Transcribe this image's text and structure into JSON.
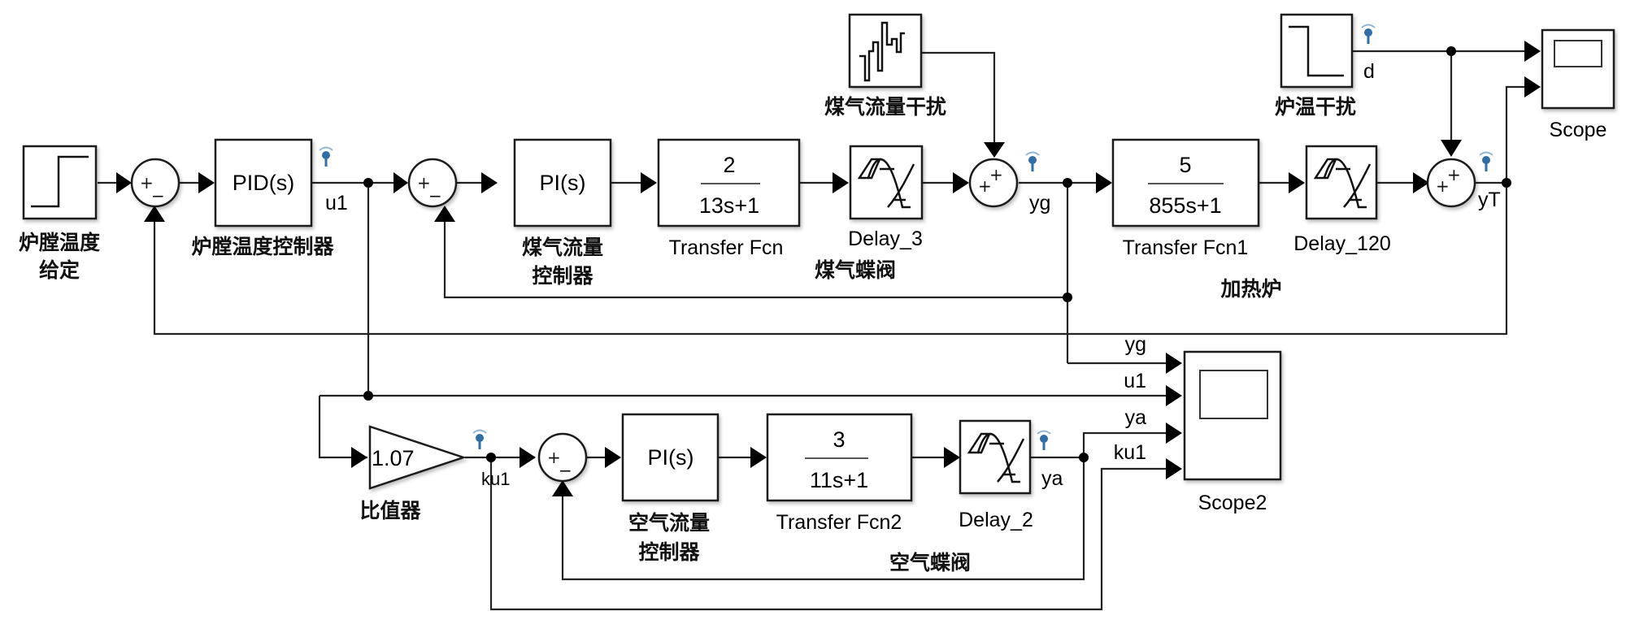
{
  "diagram": {
    "type": "simulink-block-diagram",
    "title": "Furnace temperature cascade ratio control",
    "blocks": {
      "setpoint": {
        "label_line1": "炉膛温度",
        "label_line2": "给定",
        "kind": "step",
        "icon": "step-up-icon"
      },
      "sum1": {
        "signs": [
          "+",
          "−"
        ]
      },
      "pid": {
        "text": "PID(s)",
        "label": "炉膛温度控制器"
      },
      "sum2": {
        "signs": [
          "+",
          "−"
        ]
      },
      "pi_gas": {
        "text": "PI(s)",
        "label_line1": "煤气流量",
        "label_line2": "控制器"
      },
      "tf_gas": {
        "numerator": "2",
        "denominator": "13s+1",
        "label": "Transfer Fcn"
      },
      "delay_gas": {
        "label": "Delay_3",
        "sublabel": "煤气蝶阀",
        "icon": "transport-delay-icon"
      },
      "gas_disturbance": {
        "label": "煤气流量干扰",
        "icon": "random-signal-icon"
      },
      "sum3": {
        "signs": [
          "+",
          "+"
        ]
      },
      "tf_furnace": {
        "numerator": "5",
        "denominator": "855s+1",
        "label": "Transfer Fcn1"
      },
      "delay_furnace": {
        "label": "Delay_120",
        "icon": "transport-delay-icon"
      },
      "furnace_group_label": "加热炉",
      "temp_disturbance": {
        "label": "炉温干扰",
        "icon": "step-down-icon"
      },
      "sum4": {
        "signs": [
          "+",
          "+"
        ]
      },
      "scope": {
        "label": "Scope"
      },
      "gain": {
        "value": "1.07",
        "label": "比值器"
      },
      "sum5": {
        "signs": [
          "+",
          "−"
        ]
      },
      "pi_air": {
        "text": "PI(s)",
        "label_line1": "空气流量",
        "label_line2": "控制器"
      },
      "tf_air": {
        "numerator": "3",
        "denominator": "11s+1",
        "label": "Transfer Fcn2"
      },
      "delay_air": {
        "label": "Delay_2",
        "sublabel": "空气蝶阀",
        "icon": "transport-delay-icon"
      },
      "scope2": {
        "label": "Scope2"
      }
    },
    "signals": {
      "u1": "u1",
      "yg": "yg",
      "d": "d",
      "yT": "yT",
      "ku1": "ku1",
      "ya": "ya",
      "scope2_inputs": [
        "yg",
        "u1",
        "ya",
        "ku1"
      ]
    }
  }
}
